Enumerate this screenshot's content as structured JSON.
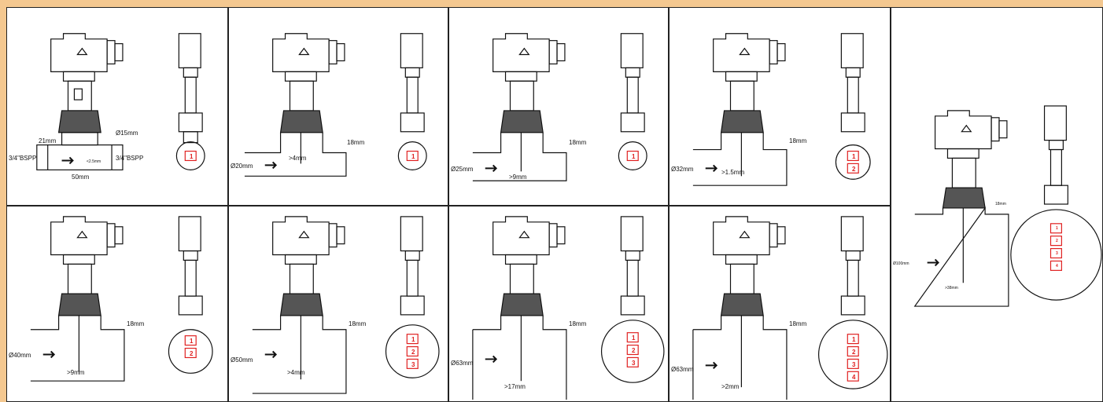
{
  "colors": {
    "background": "#f4c890",
    "panel": "#ffffff",
    "line": "#111111",
    "marker": "#e02020"
  },
  "figures": [
    {
      "id": "sensor-tee",
      "labels": {
        "top_right": "Ø15mm",
        "dim_left": "21mm",
        "left_thread": "3/4\"BSPP",
        "right_thread": "3/4\"BSPP",
        "bottom": "50mm",
        "inner": "<2.5mm"
      },
      "markers": [
        "1"
      ]
    },
    {
      "id": "pipe-20",
      "labels": {
        "pipe": "Ø20mm",
        "depth": ">4mm",
        "height": "18mm"
      },
      "markers": [
        "1"
      ]
    },
    {
      "id": "pipe-25",
      "labels": {
        "pipe": "Ø25mm",
        "depth": ">9mm",
        "height": "18mm"
      },
      "markers": [
        "1"
      ]
    },
    {
      "id": "pipe-32",
      "labels": {
        "pipe": "Ø32mm",
        "depth": ">1.5mm",
        "height": "18mm"
      },
      "markers": [
        "1",
        "2"
      ]
    },
    {
      "id": "pipe-40",
      "labels": {
        "pipe": "Ø40mm",
        "depth": ">9mm",
        "height": "18mm"
      },
      "markers": [
        "1",
        "2"
      ]
    },
    {
      "id": "pipe-50",
      "labels": {
        "pipe": "Ø50mm",
        "depth": ">4mm",
        "height": "18mm"
      },
      "markers": [
        "1",
        "2",
        "3"
      ]
    },
    {
      "id": "pipe-63a",
      "labels": {
        "pipe": "Ø63mm",
        "depth": ">17mm",
        "height": "18mm"
      },
      "markers": [
        "1",
        "2",
        "3"
      ]
    },
    {
      "id": "pipe-63b",
      "labels": {
        "pipe": "Ø63mm",
        "depth": ">2mm",
        "height": "18mm"
      },
      "markers": [
        "1",
        "2",
        "3",
        "4"
      ]
    },
    {
      "id": "pipe-100",
      "labels": {
        "pipe": "Ø100mm",
        "depth": ">38mm",
        "height": "18mm"
      },
      "markers": [
        "1",
        "2",
        "3",
        "4"
      ]
    }
  ]
}
